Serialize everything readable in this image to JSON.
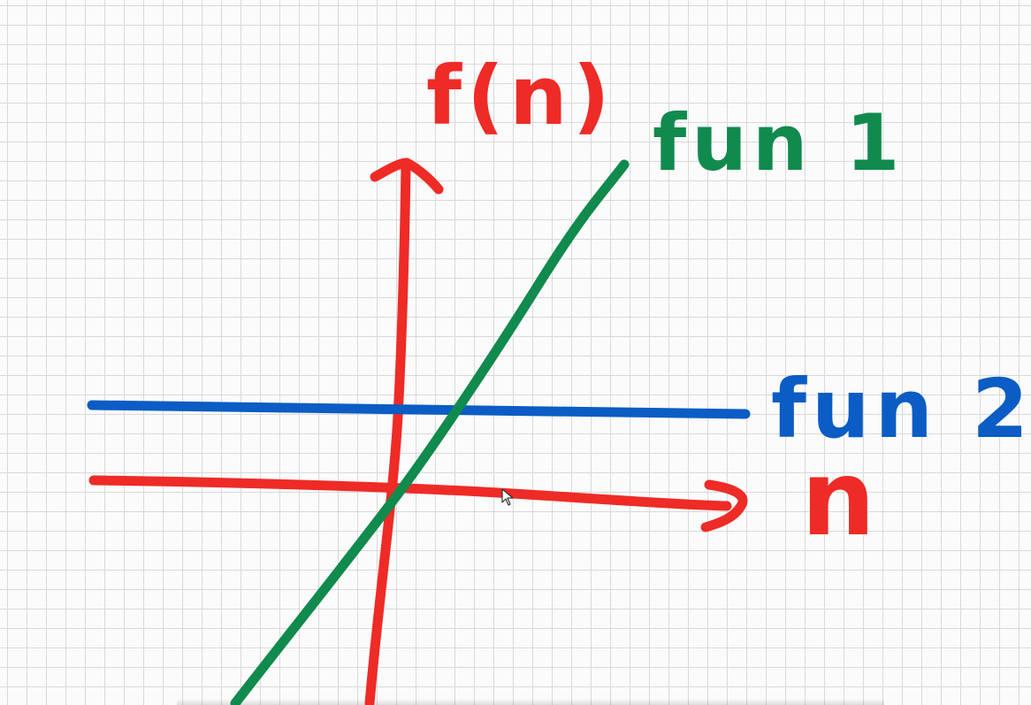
{
  "chart_data": {
    "type": "line",
    "title": "",
    "xlabel": "n",
    "ylabel": "f(n)",
    "grid": true,
    "series": [
      {
        "name": "fun 1",
        "color": "#108a4d"
      },
      {
        "name": "fun 2",
        "color": "#0b5cc4"
      }
    ]
  },
  "colors": {
    "axes": "#ee2b26",
    "grid": "#d9d9d9"
  }
}
